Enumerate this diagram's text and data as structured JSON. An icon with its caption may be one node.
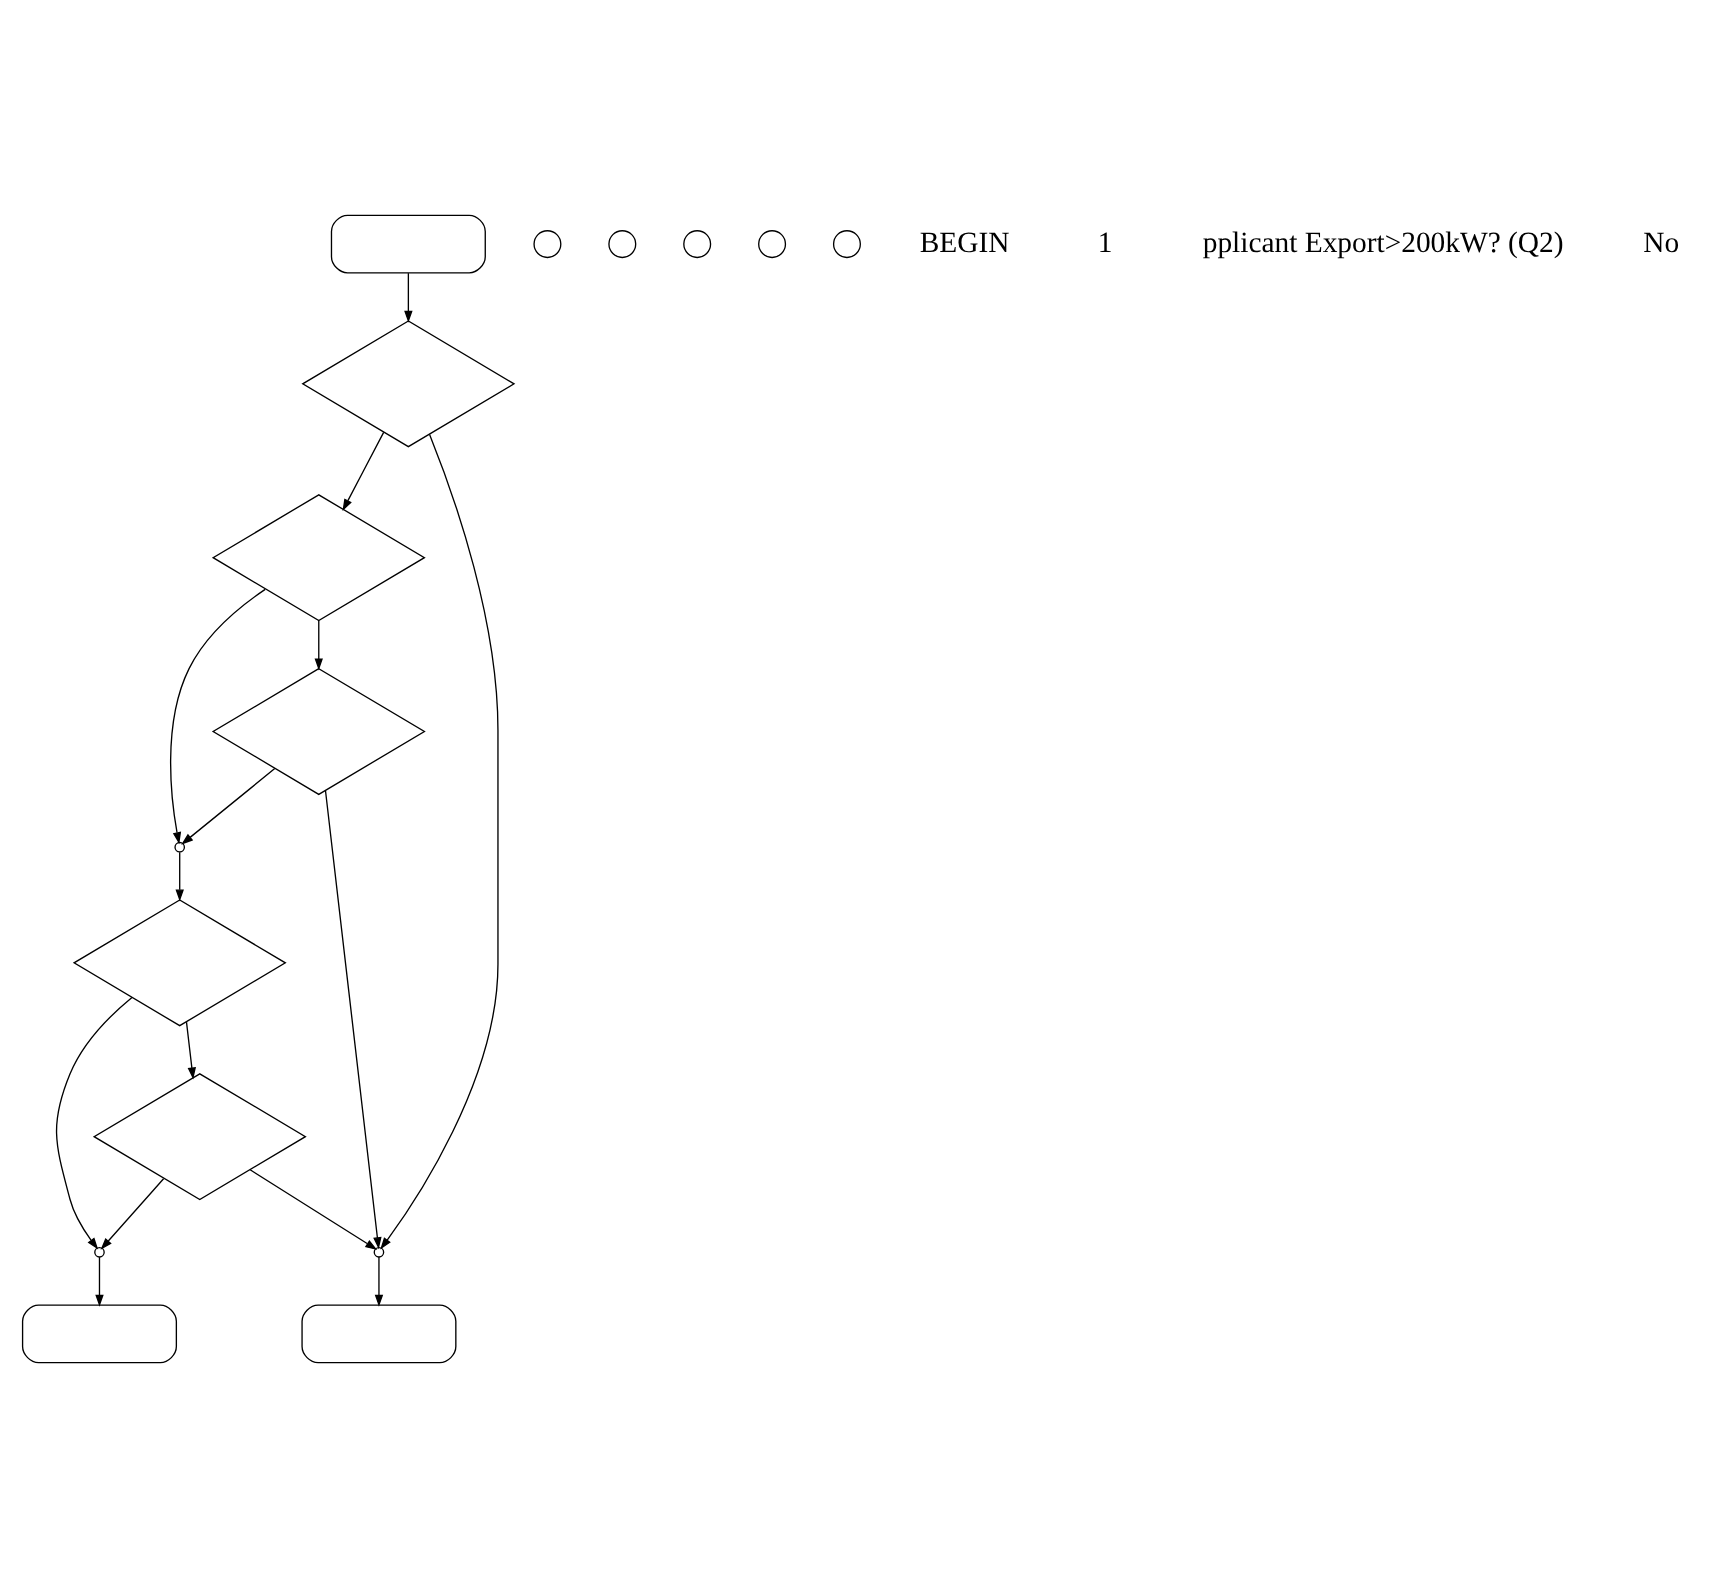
{
  "diagram": {
    "nodes": [
      {
        "text": [],
        "shape": "terminator"
      },
      {
        "text": [],
        "shape": "circle"
      },
      {
        "text": [],
        "shape": "diamond"
      },
      {
        "text": [],
        "shape": "circle"
      },
      {
        "text": [],
        "shape": "circle"
      },
      {
        "text": [],
        "shape": "diamond"
      },
      {
        "text": [],
        "shape": "diamond"
      },
      {
        "text": [],
        "shape": "junction"
      },
      {
        "text": [],
        "shape": "terminator"
      },
      {
        "text": [],
        "shape": "junction"
      },
      {
        "text": [],
        "shape": "circle"
      },
      {
        "text": [],
        "shape": "circle"
      },
      {
        "text": [],
        "shape": "diamond"
      },
      {
        "text": [],
        "shape": "diamond"
      },
      {
        "text": [],
        "shape": "junction"
      },
      {
        "text": [],
        "shape": "terminator"
      }
    ],
    "edges": [
      {
        "from": 0,
        "to": 2,
        "arrow": "to"
      },
      {
        "from": 2,
        "to": 5,
        "arrow": "to"
      },
      {
        "from": 2,
        "to": 7,
        "arrow": "to"
      },
      {
        "from": 5,
        "to": 6,
        "arrow": "to"
      },
      {
        "from": 6,
        "to": 7,
        "arrow": "to"
      },
      {
        "from": 6,
        "to": 9,
        "arrow": "to"
      },
      {
        "from": 5,
        "to": 9,
        "arrow": "to"
      },
      {
        "from": 7,
        "to": 8,
        "arrow": "to"
      },
      {
        "from": 9,
        "to": 12,
        "arrow": "to"
      },
      {
        "from": 12,
        "to": 13,
        "arrow": "to"
      },
      {
        "from": 13,
        "to": 7,
        "arrow": "to"
      },
      {
        "from": 13,
        "to": 14,
        "arrow": "to"
      },
      {
        "from": 12,
        "to": 14,
        "arrow": "to"
      },
      {
        "from": 14,
        "to": 15,
        "arrow": "to"
      }
    ],
    "labels": [
      "BEGIN",
      "1",
      "pplicant Export>200kW? (Q2)",
      "No"
    ]
  }
}
